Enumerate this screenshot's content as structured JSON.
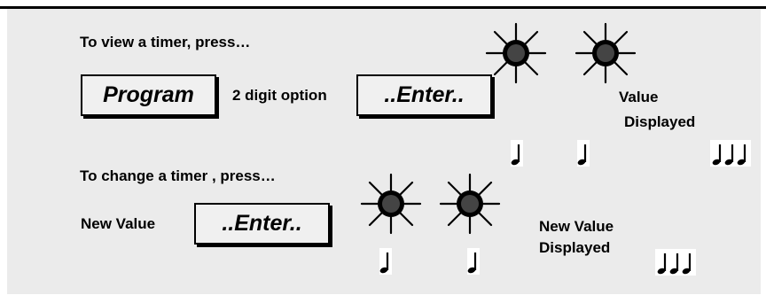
{
  "view_section": {
    "heading": "To view a timer, press…",
    "program_key_label": "Program",
    "option_label": "2 digit option",
    "enter_key_label": "..Enter..",
    "result_line1": "Value",
    "result_line2": "Displayed"
  },
  "change_section": {
    "heading": "To change a timer , press…",
    "new_value_label": "New Value",
    "enter_key_label": "..Enter..",
    "result_line1": "New Value",
    "result_line2": "Displayed"
  },
  "icons": {
    "flash": "starburst-flash-icon",
    "beep": "quarter-note-icon",
    "triple_beep": "triple-quarter-notes-icon"
  }
}
